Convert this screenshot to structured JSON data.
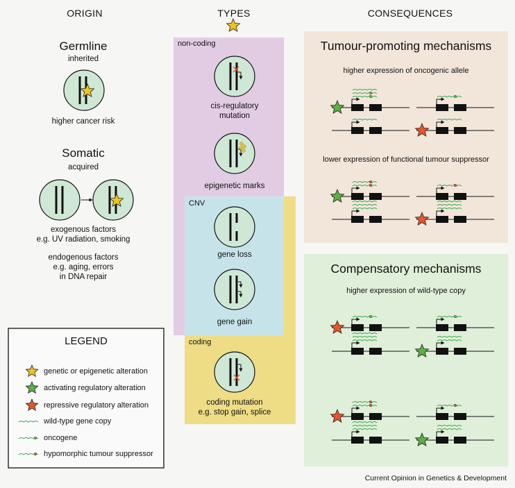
{
  "origin": {
    "heading": "ORIGIN",
    "germline": {
      "title": "Germline",
      "subtitle": "inherited",
      "note": "higher cancer risk"
    },
    "somatic": {
      "title": "Somatic",
      "subtitle": "acquired",
      "exogenous_1": "exogenous factors",
      "exogenous_2": "e.g. UV radiation, smoking",
      "endogenous_1": "endogenous factors",
      "endogenous_2": "e.g. aging, errors",
      "endogenous_3": "in DNA repair"
    }
  },
  "types": {
    "heading": "TYPES",
    "noncoding_label": "non-coding",
    "cnv_label": "CNV",
    "coding_label": "coding",
    "cis_1": "cis-regulatory",
    "cis_2": "mutation",
    "epigenetic": "epigenetic marks",
    "gene_loss": "gene loss",
    "gene_gain": "gene gain",
    "coding_1": "coding mutation",
    "coding_2": "e.g. stop gain, splice"
  },
  "consequences": {
    "heading": "CONSEQUENCES",
    "promoting": {
      "title": "Tumour-promoting mechanisms",
      "sub1": "higher expression of oncogenic allele",
      "sub2": "lower expression of functional tumour suppressor"
    },
    "compensatory": {
      "title": "Compensatory mechanisms",
      "sub1": "higher expression of wild-type copy"
    }
  },
  "legend": {
    "title": "LEGEND",
    "items": [
      {
        "label": "genetic or epigenetic alteration",
        "icon": "yellow-star-icon",
        "color": "#f2c21b"
      },
      {
        "label": "activating regulatory alteration",
        "icon": "green-star-icon",
        "color": "#5bb043"
      },
      {
        "label": "repressive regulatory alteration",
        "icon": "red-star-icon",
        "color": "#e8542a"
      },
      {
        "label": "wild-type gene copy",
        "icon": "wild-type-line-icon"
      },
      {
        "label": "oncogene",
        "icon": "oncogene-line-icon"
      },
      {
        "label": "hypomorphic tumour suppressor",
        "icon": "hypomorphic-line-icon"
      }
    ]
  },
  "footer": "Current Opinion in Genetics & Development",
  "colors": {
    "circle_fill": "#cfe8d6",
    "noncoding_box": "#e2cce4",
    "cnv_box": "#c7e3ea",
    "coding_box": "#eedd85",
    "promoting_bg": "#f2e6da",
    "compensatory_bg": "#e0efd9",
    "wave": "#3aaa50",
    "star_yellow": "#f2c21b",
    "star_green": "#5bb043",
    "star_red": "#e8542a",
    "mark_green": "#6ab04c",
    "mark_red": "#c65a3c"
  }
}
